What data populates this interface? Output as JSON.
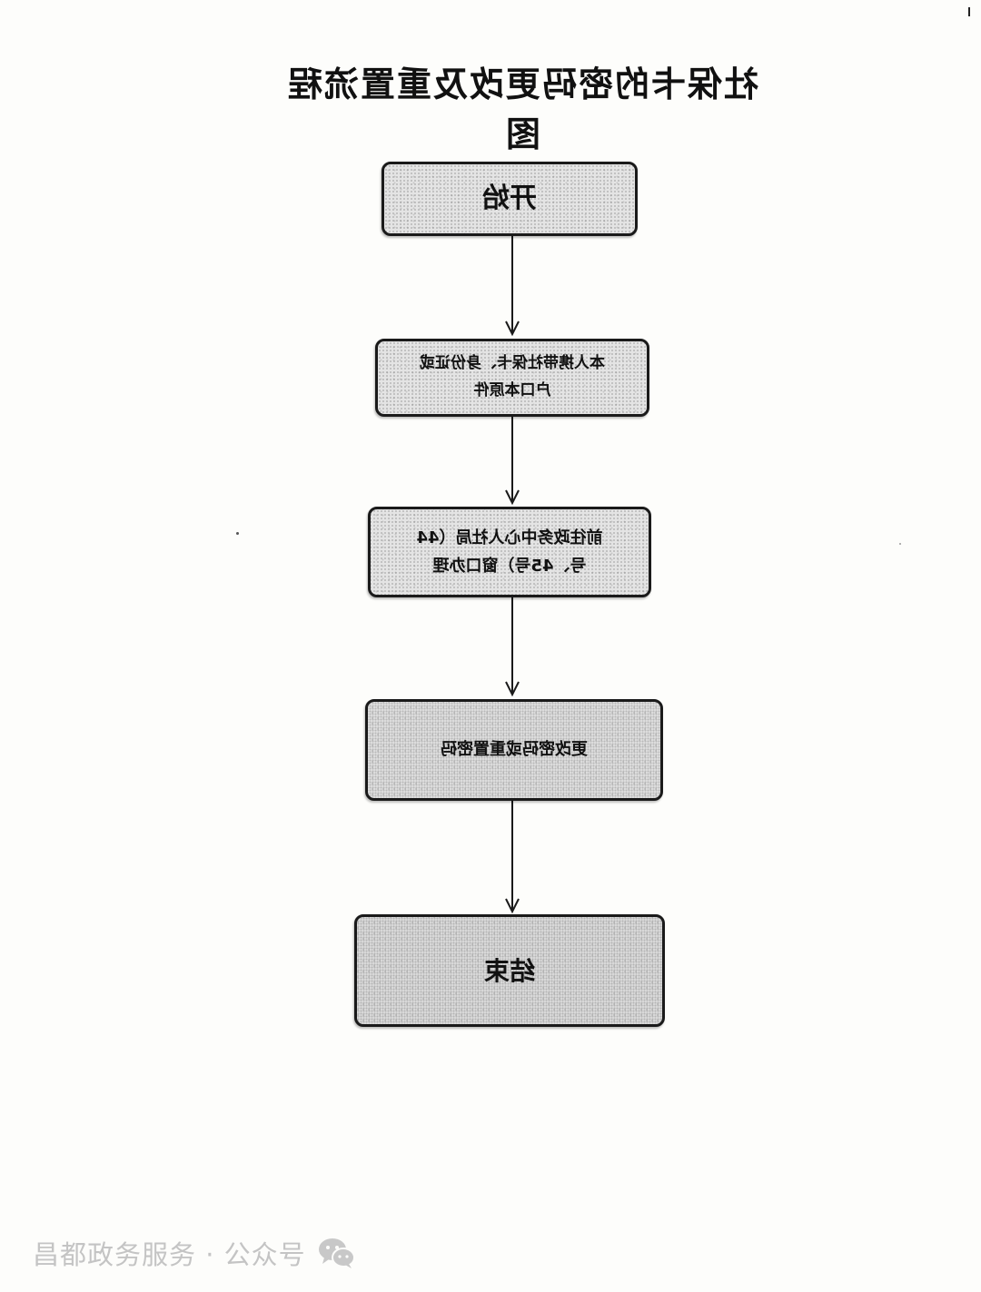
{
  "title": "社保卡的密码更改及重置流程图",
  "flow": {
    "start": "开始",
    "bring": "本人携带社保卡、身份证或\n户口本原件",
    "go": "前往政务中心人社局（44\n号、45号）窗口办理",
    "change": "更改密码或重置密码",
    "end": "结束"
  },
  "footer": {
    "text": "昌都政务服务 · 公众号",
    "icon": "wechat-icon"
  }
}
